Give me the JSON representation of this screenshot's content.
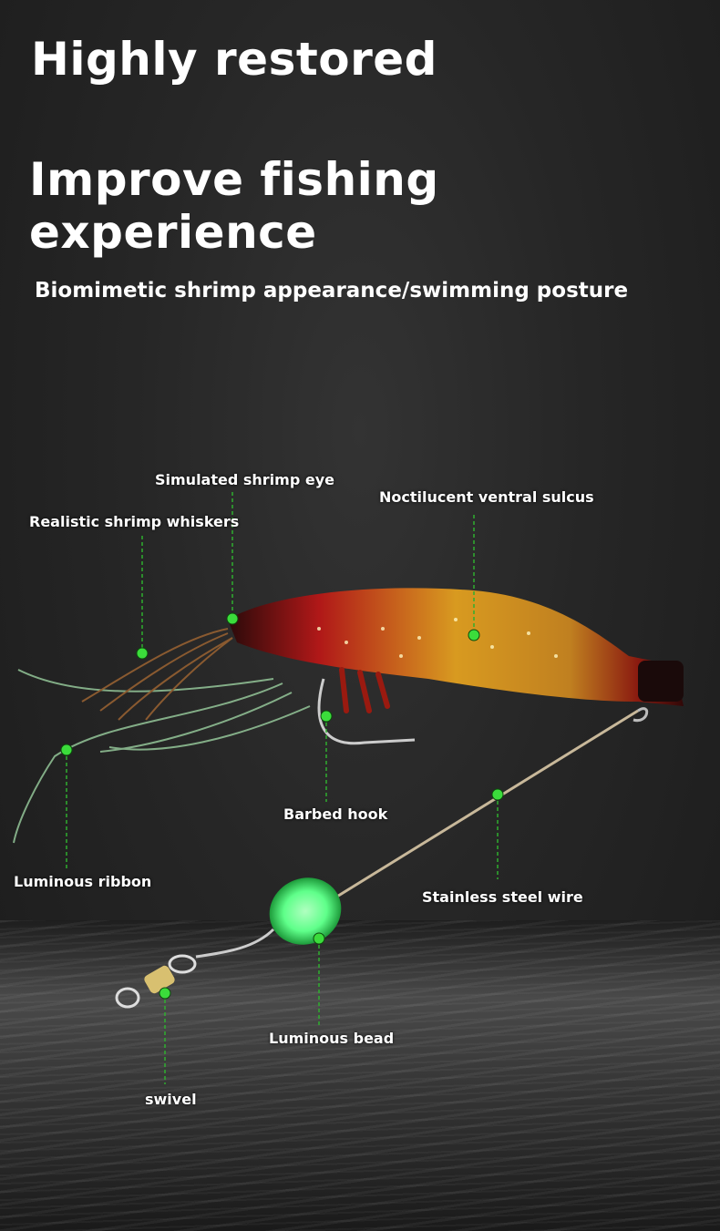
{
  "header": {
    "title": "Highly restored",
    "subtitle": "Improve fishing experience",
    "tagline": "Biomimetic shrimp appearance/swimming posture"
  },
  "callouts": [
    {
      "id": "eye",
      "label": "Simulated shrimp eye"
    },
    {
      "id": "whiskers",
      "label": "Realistic shrimp whiskers"
    },
    {
      "id": "sulcus",
      "label": "Noctilucent ventral sulcus"
    },
    {
      "id": "hook",
      "label": "Barbed hook"
    },
    {
      "id": "ribbon",
      "label": "Luminous ribbon"
    },
    {
      "id": "wire",
      "label": "Stainless steel wire"
    },
    {
      "id": "bead",
      "label": "Luminous bead"
    },
    {
      "id": "swivel",
      "label": "swivel"
    }
  ],
  "colors": {
    "marker": "#3bdc3b",
    "leader": "#2fae2f",
    "bead": "#5fff8a"
  }
}
